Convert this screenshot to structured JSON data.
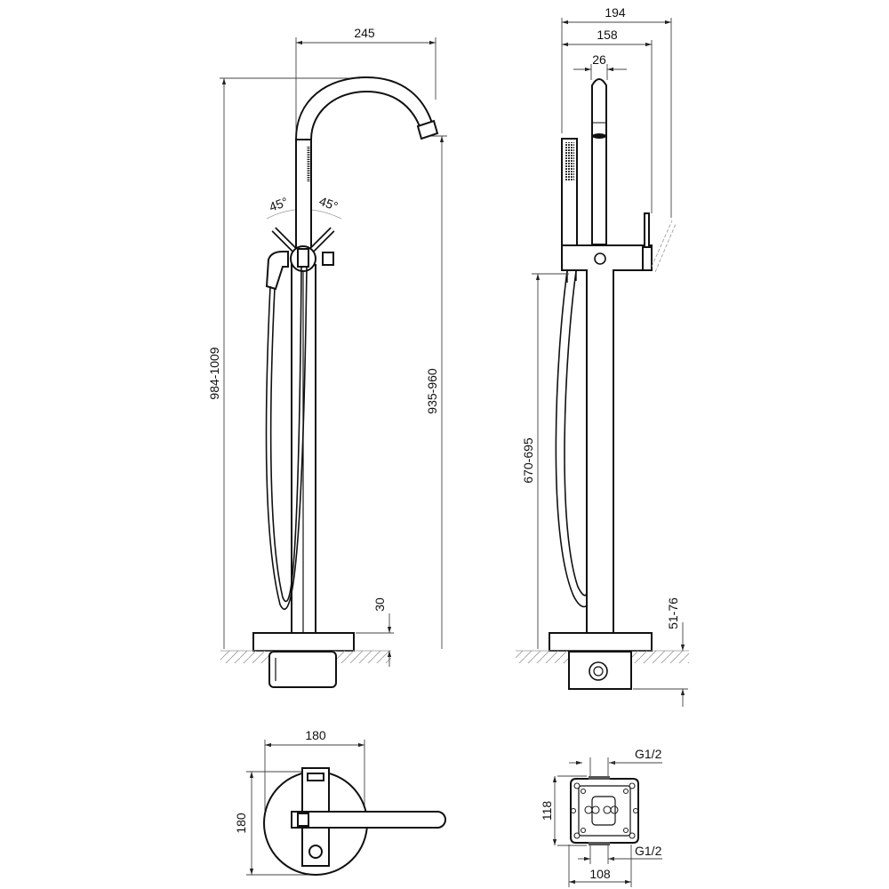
{
  "front_view": {
    "width_label": "245",
    "total_height_label": "984-1009",
    "spout_height_label": "935-960",
    "angle_left_label": "45°",
    "angle_right_label": "45°",
    "base_label": "30"
  },
  "side_view": {
    "overall_depth_label": "194",
    "depth_label": "158",
    "column_label": "26",
    "hose_height_label": "670-695",
    "floor_label": "51-76"
  },
  "plan_view": {
    "width_label": "180",
    "height_label": "180"
  },
  "box_view": {
    "thread_top_label": "G1/2",
    "thread_bottom_label": "G1/2",
    "height_label": "118",
    "width_label": "108"
  },
  "colors": {
    "line": "#111111",
    "dimension": "#444444"
  }
}
